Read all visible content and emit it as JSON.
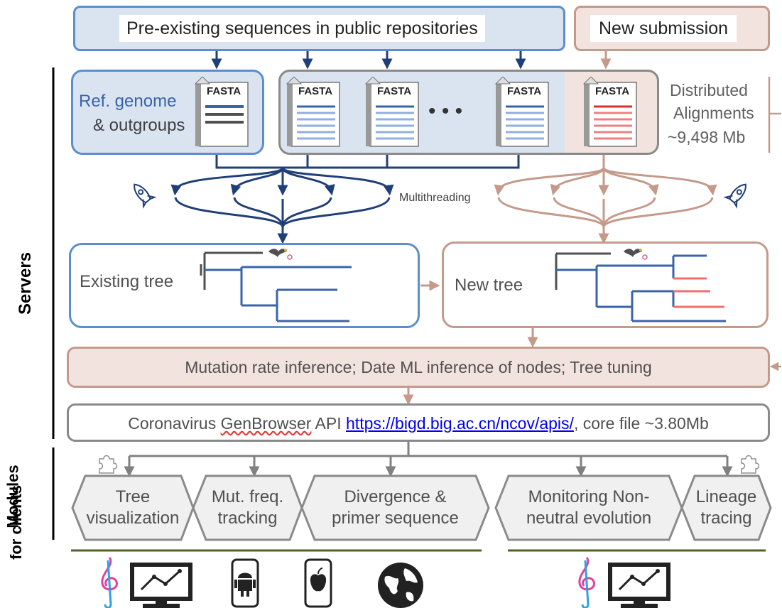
{
  "top": {
    "public_repos": "Pre-existing sequences in public repositories",
    "new_submission": "New submission"
  },
  "alignments": {
    "ref_line1": "Ref. genome",
    "ref_line2": "& outgroups",
    "fasta_label": "FASTA",
    "ellipsis": "• • •",
    "distributed_line1": "Distributed",
    "distributed_line2": "Alignments",
    "distributed_line3": "~9,498 Mb"
  },
  "threads": {
    "label": "Multithreading"
  },
  "trees": {
    "existing": "Existing tree",
    "new": "New tree"
  },
  "inference": "Mutation rate inference; Date ML inference of nodes; Tree tuning",
  "api": {
    "prefix": "Coronavirus",
    "genbrowser": "GenBrowser",
    "api_word": "API",
    "url": "https://bigd.big.ac.cn/ncov/apis/",
    "suffix": ", core file ~3.80Mb"
  },
  "side_labels": {
    "servers": "Servers",
    "modules_line1": "Modules",
    "modules_line2": "for clients"
  },
  "modules": [
    {
      "line1": "Tree",
      "line2": "visualization"
    },
    {
      "line1": "Mut. freq.",
      "line2": "tracking"
    },
    {
      "line1": "Divergence &",
      "line2": "primer sequence"
    },
    {
      "line1": "Monitoring Non-",
      "line2": "neutral evolution"
    },
    {
      "line1": "Lineage",
      "line2": "tracing"
    }
  ],
  "colors": {
    "blue_fill": "#dae3f0",
    "blue_border": "#5b8fcb",
    "navy_arrow": "#1f3f7a",
    "pink_fill": "#f3e3de",
    "pink_border": "#c49a8a",
    "grey_border": "#8a8a8a",
    "olive_line": "#4f6228",
    "link_blue": "#0000ee"
  },
  "icons": [
    "rocket-icon",
    "puzzle-icon",
    "monitor-chart-icon",
    "treble-clef-icon",
    "android-phone-icon",
    "apple-phone-icon",
    "globe-icon",
    "bird-icon"
  ]
}
